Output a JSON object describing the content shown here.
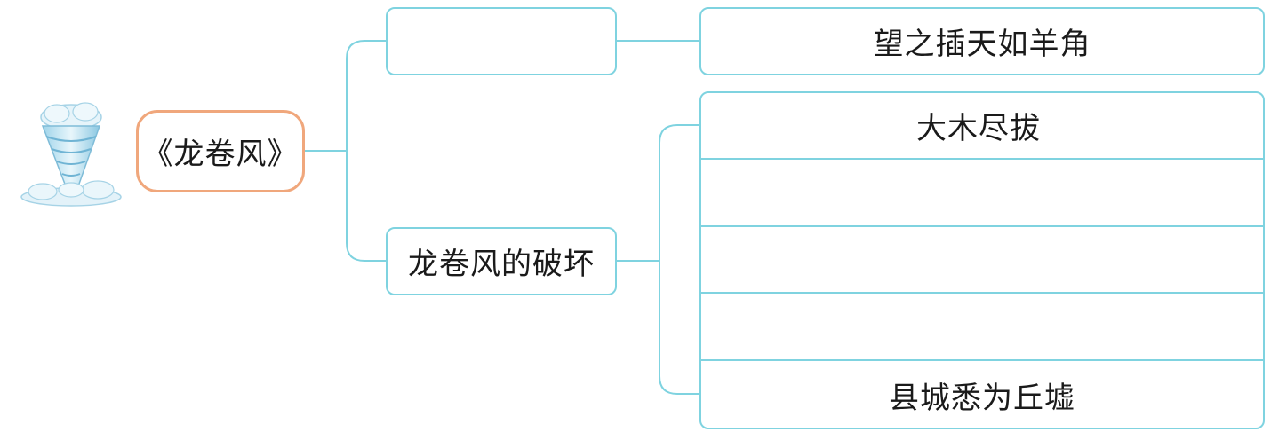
{
  "root": {
    "label": "《龙卷风》"
  },
  "branches": [
    {
      "label": "",
      "children": [
        "望之插天如羊角"
      ]
    },
    {
      "label": "龙卷风的破坏",
      "children": [
        "大木尽拔",
        "",
        "",
        "",
        "县城悉为丘墟"
      ]
    }
  ],
  "colors": {
    "root_border": "#f0a77c",
    "node_border": "#7fd3e0",
    "connector": "#7fd3e0"
  }
}
